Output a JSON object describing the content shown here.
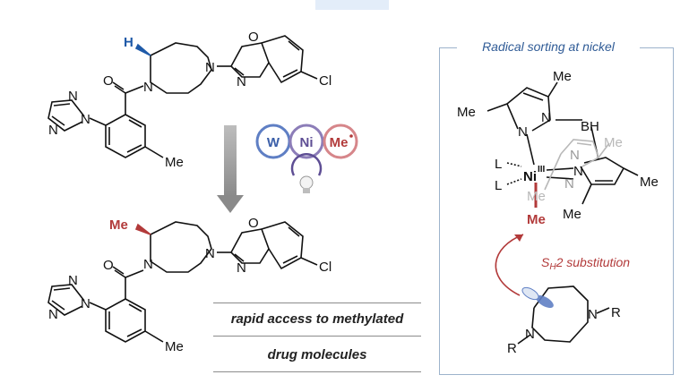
{
  "caption": {
    "line1": "rapid access to methylated",
    "line2": "drug molecules"
  },
  "panel": {
    "title": "Radical sorting at nickel",
    "substitution_label_main": "S",
    "substitution_label_sub": "H",
    "substitution_label_rest": "2 substitution"
  },
  "catalysis": {
    "w": "W",
    "ni": "Ni",
    "me": "Me"
  },
  "molecule_top": {
    "h_label": "H",
    "cl": "Cl",
    "o": "O",
    "n_ring": "N",
    "n_left": "N",
    "n_right": "N",
    "carbonyl_o": "O",
    "me": "Me",
    "triazole_n1": "N",
    "triazole_n2": "N",
    "triazole_n3": "N"
  },
  "molecule_bottom": {
    "me_label": "Me",
    "cl": "Cl",
    "o": "O",
    "n_ring": "N",
    "n_left": "N",
    "n_right": "N",
    "carbonyl_o": "O",
    "me": "Me",
    "triazole_n1": "N",
    "triazole_n2": "N",
    "triazole_n3": "N"
  },
  "complex": {
    "me_top": "Me",
    "me_left": "Me",
    "bh": "BH",
    "n1": "N",
    "n2": "N",
    "n3": "N",
    "n4": "N",
    "n5": "N",
    "l1": "L",
    "l2": "L",
    "ni": "Ni",
    "ni_ox": "III",
    "me_gray1": "Me",
    "me_gray2": "Me",
    "me_right": "Me",
    "me_bottom": "Me",
    "me_red": "Me"
  },
  "diazepane": {
    "n_left": "N",
    "n_right": "N",
    "r_left": "R",
    "r_right": "R"
  },
  "colors": {
    "blue_h": "#1f5aa8",
    "red_me": "#b23a3a",
    "panel_title": "#2f5b96",
    "w_circle": "#5f7fc4",
    "ni_circle": "#8c7db8",
    "me_circle": "#d6868a"
  }
}
